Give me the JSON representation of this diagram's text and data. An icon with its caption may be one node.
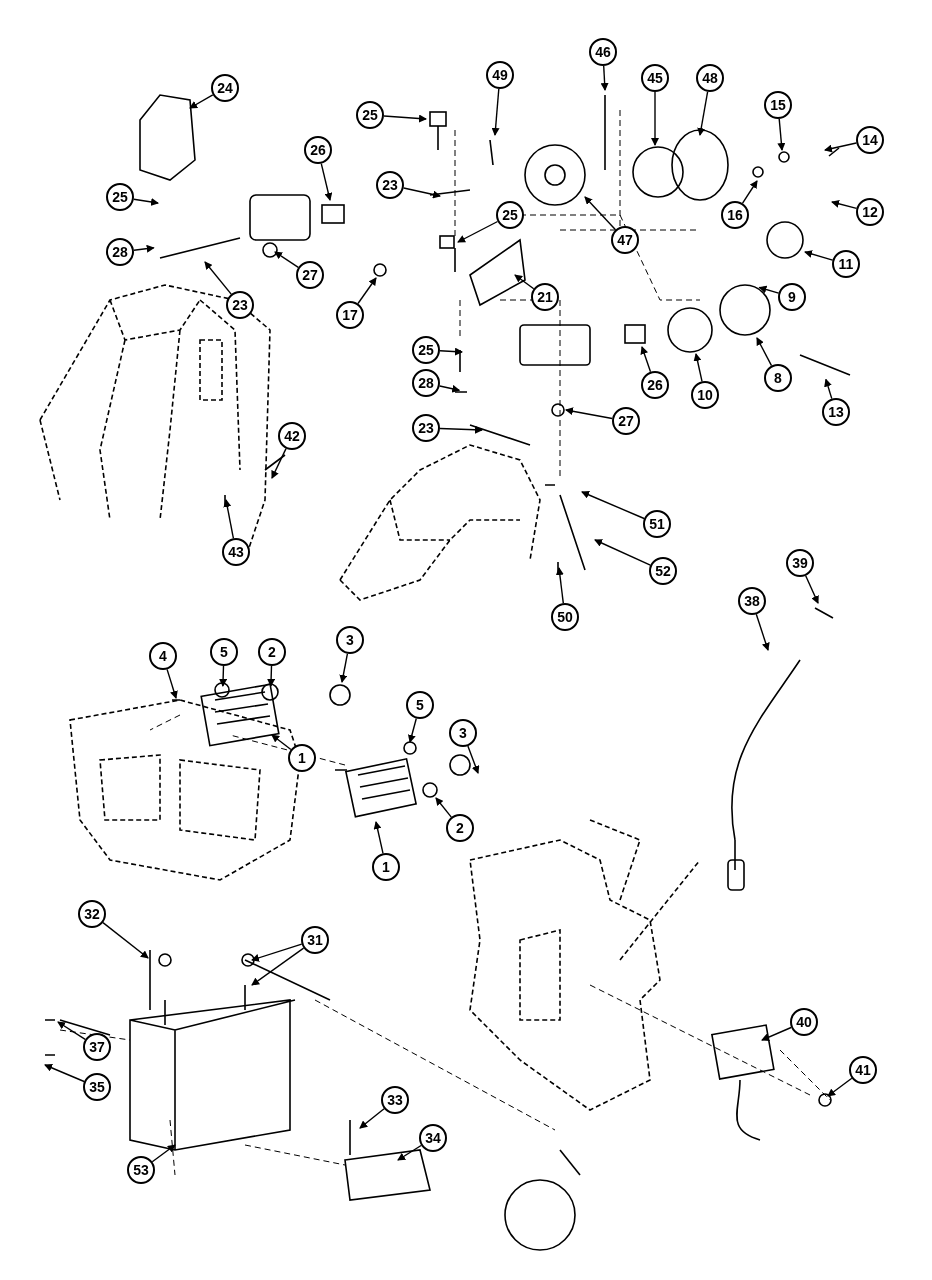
{
  "diagram": {
    "nodes": [
      {
        "text": [
          "24"
        ]
      },
      {
        "text": [
          "26"
        ]
      },
      {
        "text": [
          "25"
        ]
      },
      {
        "text": [
          "49"
        ]
      },
      {
        "text": [
          "47"
        ]
      },
      {
        "text": [
          "46"
        ]
      },
      {
        "text": [
          "45"
        ]
      },
      {
        "text": [
          "48"
        ]
      },
      {
        "text": [
          "16"
        ]
      },
      {
        "text": [
          "15"
        ]
      },
      {
        "text": [
          "14"
        ]
      },
      {
        "text": [
          "25"
        ]
      },
      {
        "text": [
          "12"
        ]
      },
      {
        "text": [
          "11"
        ]
      },
      {
        "text": [
          "23"
        ]
      },
      {
        "text": [
          "28"
        ]
      },
      {
        "text": [
          "27"
        ]
      },
      {
        "text": [
          "23"
        ]
      },
      {
        "text": [
          "9"
        ]
      },
      {
        "text": [
          "17"
        ]
      },
      {
        "text": [
          "25"
        ]
      },
      {
        "text": [
          "21"
        ]
      },
      {
        "text": [
          "8"
        ]
      },
      {
        "text": [
          "10"
        ]
      },
      {
        "text": [
          "26"
        ]
      },
      {
        "text": [
          "25"
        ]
      },
      {
        "text": [
          "13"
        ]
      },
      {
        "text": [
          "28"
        ]
      },
      {
        "text": [
          "27"
        ]
      },
      {
        "text": [
          "23"
        ]
      },
      {
        "text": [
          "42"
        ]
      },
      {
        "text": [
          "43"
        ]
      },
      {
        "text": [
          "51"
        ]
      },
      {
        "text": [
          "52"
        ]
      },
      {
        "text": [
          "50"
        ]
      },
      {
        "text": [
          "39"
        ]
      },
      {
        "text": [
          "38"
        ]
      },
      {
        "text": [
          "5"
        ]
      },
      {
        "text": [
          "2"
        ]
      },
      {
        "text": [
          "3"
        ]
      },
      {
        "text": [
          "4"
        ]
      },
      {
        "text": [
          "1"
        ]
      },
      {
        "text": [
          "5"
        ]
      },
      {
        "text": [
          "3"
        ]
      },
      {
        "text": [
          "2"
        ]
      },
      {
        "text": [
          "1"
        ]
      },
      {
        "text": [
          "32"
        ]
      },
      {
        "text": [
          "31"
        ]
      },
      {
        "text": [
          "37"
        ]
      },
      {
        "text": [
          "35"
        ]
      },
      {
        "text": [
          "33"
        ]
      },
      {
        "text": [
          "34"
        ]
      },
      {
        "text": [
          "53"
        ]
      },
      {
        "text": [
          "40"
        ]
      },
      {
        "text": [
          "41"
        ]
      }
    ],
    "edges": [
      {
        "from": 0,
        "to": null,
        "arrow": "to"
      },
      {
        "from": 1,
        "to": null,
        "arrow": "to"
      },
      {
        "from": 2,
        "to": null,
        "arrow": "to"
      },
      {
        "from": 3,
        "to": null,
        "arrow": "to"
      },
      {
        "from": 4,
        "to": null,
        "arrow": "to"
      },
      {
        "from": 5,
        "to": null,
        "arrow": "to"
      },
      {
        "from": 6,
        "to": null,
        "arrow": "to"
      },
      {
        "from": 7,
        "to": null,
        "arrow": "to"
      },
      {
        "from": 8,
        "to": null,
        "arrow": "to"
      },
      {
        "from": 9,
        "to": null,
        "arrow": "to"
      },
      {
        "from": 10,
        "to": null,
        "arrow": "to"
      },
      {
        "from": 11,
        "to": null,
        "arrow": "to"
      },
      {
        "from": 12,
        "to": null,
        "arrow": "to"
      },
      {
        "from": 13,
        "to": null,
        "arrow": "to"
      },
      {
        "from": 14,
        "to": null,
        "arrow": "to"
      },
      {
        "from": 15,
        "to": null,
        "arrow": "to"
      },
      {
        "from": 16,
        "to": null,
        "arrow": "to"
      },
      {
        "from": 17,
        "to": null,
        "arrow": "to"
      },
      {
        "from": 18,
        "to": null,
        "arrow": "to"
      },
      {
        "from": 19,
        "to": null,
        "arrow": "to"
      },
      {
        "from": 20,
        "to": null,
        "arrow": "to"
      },
      {
        "from": 21,
        "to": null,
        "arrow": "to"
      },
      {
        "from": 22,
        "to": null,
        "arrow": "to"
      },
      {
        "from": 23,
        "to": null,
        "arrow": "to"
      },
      {
        "from": 24,
        "to": null,
        "arrow": "to"
      },
      {
        "from": 25,
        "to": null,
        "arrow": "to"
      },
      {
        "from": 26,
        "to": null,
        "arrow": "to"
      },
      {
        "from": 27,
        "to": null,
        "arrow": "to"
      },
      {
        "from": 28,
        "to": null,
        "arrow": "to"
      },
      {
        "from": 29,
        "to": null,
        "arrow": "to"
      },
      {
        "from": 30,
        "to": null,
        "arrow": "to"
      },
      {
        "from": 31,
        "to": null,
        "arrow": "to"
      },
      {
        "from": 32,
        "to": null,
        "arrow": "to"
      },
      {
        "from": 33,
        "to": null,
        "arrow": "to"
      },
      {
        "from": 34,
        "to": null,
        "arrow": "to"
      },
      {
        "from": 35,
        "to": null,
        "arrow": "to"
      },
      {
        "from": 36,
        "to": null,
        "arrow": "to"
      },
      {
        "from": 37,
        "to": null,
        "arrow": "to"
      },
      {
        "from": 38,
        "to": null,
        "arrow": "to"
      },
      {
        "from": 39,
        "to": null,
        "arrow": "to"
      },
      {
        "from": 40,
        "to": null,
        "arrow": "to"
      },
      {
        "from": 41,
        "to": null,
        "arrow": "to"
      },
      {
        "from": 42,
        "to": null,
        "arrow": "to"
      },
      {
        "from": 43,
        "to": null,
        "arrow": "to"
      },
      {
        "from": 44,
        "to": null,
        "arrow": "to"
      },
      {
        "from": 45,
        "to": null,
        "arrow": "to"
      },
      {
        "from": 46,
        "to": null,
        "arrow": "to"
      },
      {
        "from": 47,
        "to": null,
        "arrow": "to"
      },
      {
        "from": 47,
        "to": null,
        "arrow": "to"
      },
      {
        "from": 48,
        "to": null,
        "arrow": "to"
      },
      {
        "from": 49,
        "to": null,
        "arrow": "to"
      },
      {
        "from": 50,
        "to": null,
        "arrow": "to"
      },
      {
        "from": 51,
        "to": null,
        "arrow": "to"
      },
      {
        "from": 52,
        "to": null,
        "arrow": "to"
      },
      {
        "from": 53,
        "to": null,
        "arrow": "to"
      },
      {
        "from": 54,
        "to": null,
        "arrow": "to"
      }
    ]
  }
}
